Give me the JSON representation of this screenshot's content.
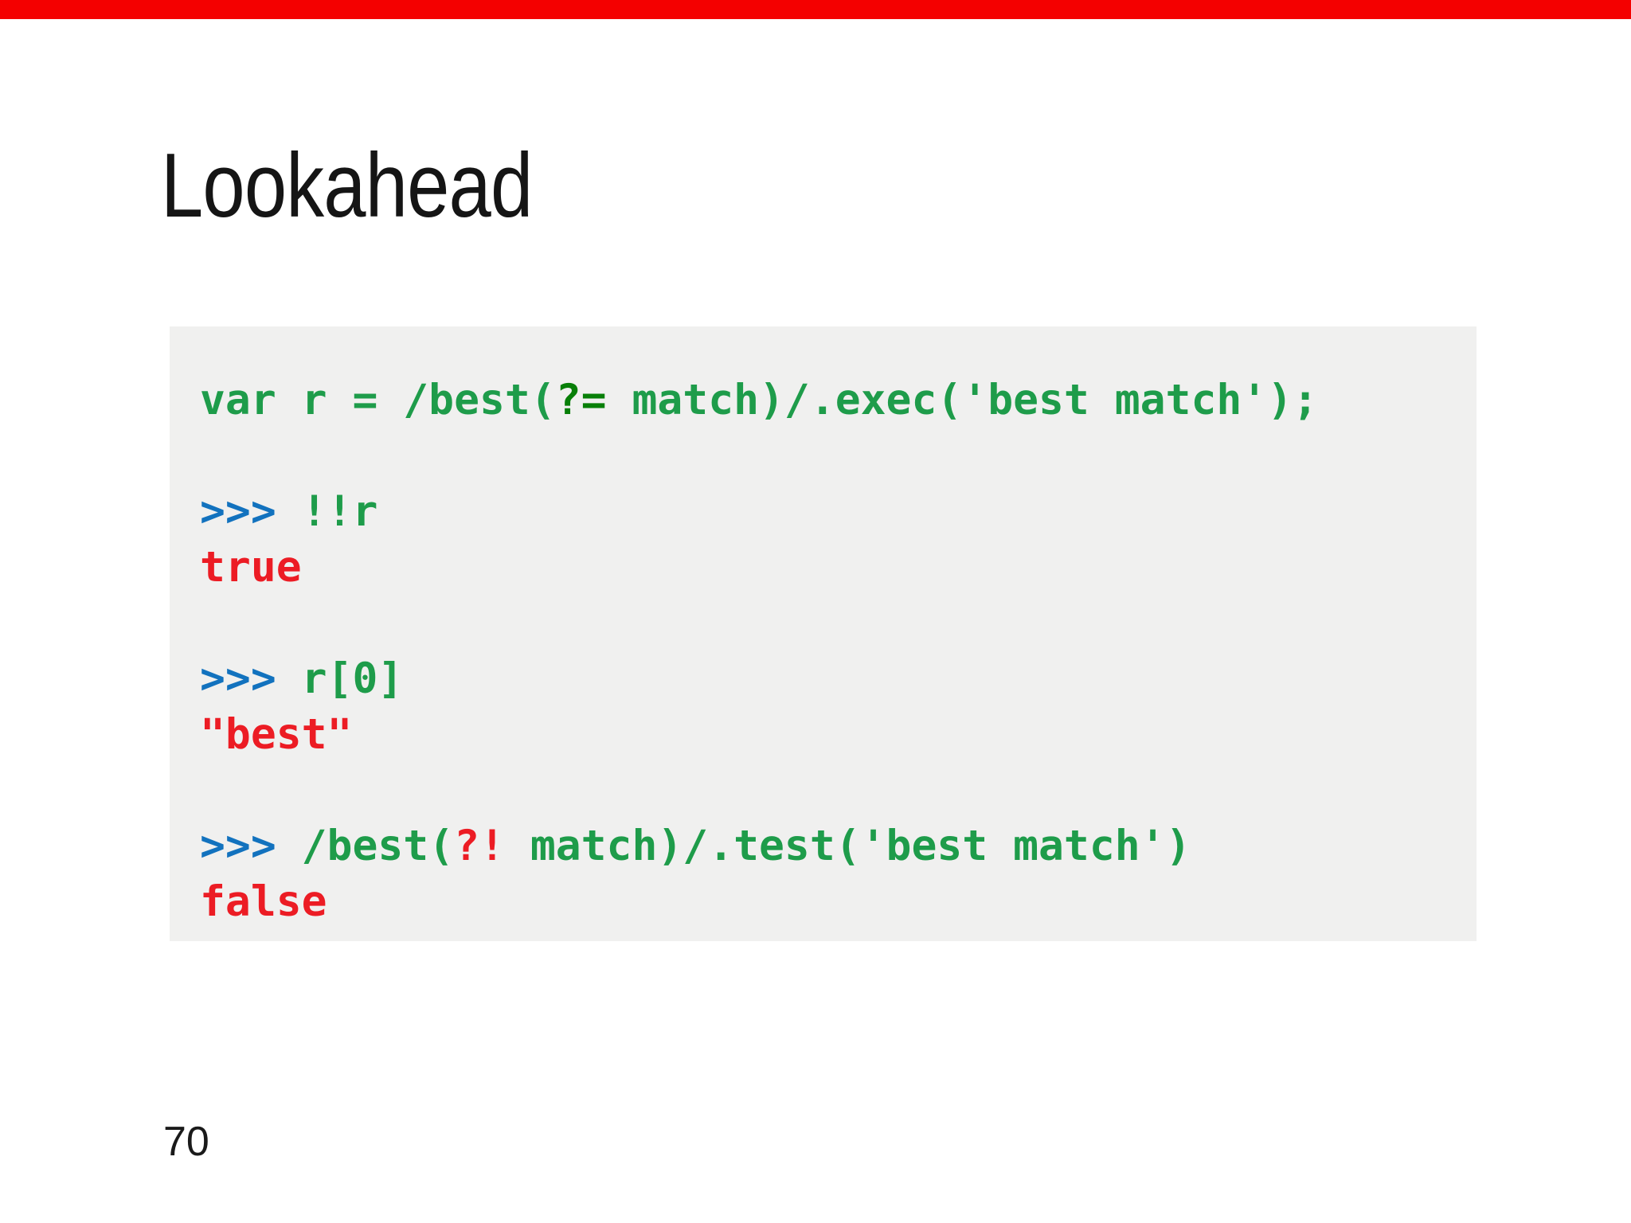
{
  "slide": {
    "title": "Lookahead",
    "page_number": "70"
  },
  "colors": {
    "accent_red": "#F40000",
    "code_background": "#F0F0EF",
    "green": "#1E9C4A",
    "darkgreen": "#087F08",
    "blue": "#1272BE",
    "red": "#EC1C24"
  },
  "code": {
    "lines": [
      [
        {
          "t": "var r = /best(",
          "c": "green"
        },
        {
          "t": "?=",
          "c": "darkgreen"
        },
        {
          "t": " match)/.exec('best match');",
          "c": "green"
        }
      ],
      [],
      [
        {
          "t": ">>> ",
          "c": "blue"
        },
        {
          "t": "!!r",
          "c": "green"
        }
      ],
      [
        {
          "t": "true",
          "c": "red"
        }
      ],
      [],
      [
        {
          "t": ">>> ",
          "c": "blue"
        },
        {
          "t": "r[0]",
          "c": "green"
        }
      ],
      [
        {
          "t": "\"best\"",
          "c": "red"
        }
      ],
      [],
      [
        {
          "t": ">>> ",
          "c": "blue"
        },
        {
          "t": "/best(",
          "c": "green"
        },
        {
          "t": "?!",
          "c": "red"
        },
        {
          "t": " match)/.test('best match')",
          "c": "green"
        }
      ],
      [
        {
          "t": "false",
          "c": "red"
        }
      ]
    ]
  }
}
